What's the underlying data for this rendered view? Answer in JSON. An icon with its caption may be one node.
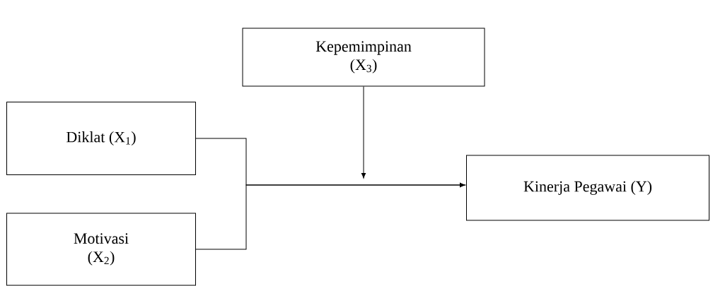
{
  "diagram": {
    "nodes": [
      {
        "text": [
          "Kepemimpinan (X$_{3}$)"
        ]
      },
      {
        "text": [
          "Diklat (X$_{1}$)"
        ]
      },
      {
        "text": [
          "Motivasi (X$_{2}$)"
        ]
      },
      {
        "text": [
          "Kinerja Pegawai (Y)"
        ]
      }
    ],
    "edges": [
      {
        "from": 1,
        "to": 3,
        "arrow": "to"
      },
      {
        "from": 2,
        "to": 3,
        "arrow": "to"
      },
      {
        "from": 0,
        "to": null,
        "arrow": "to"
      }
    ]
  }
}
